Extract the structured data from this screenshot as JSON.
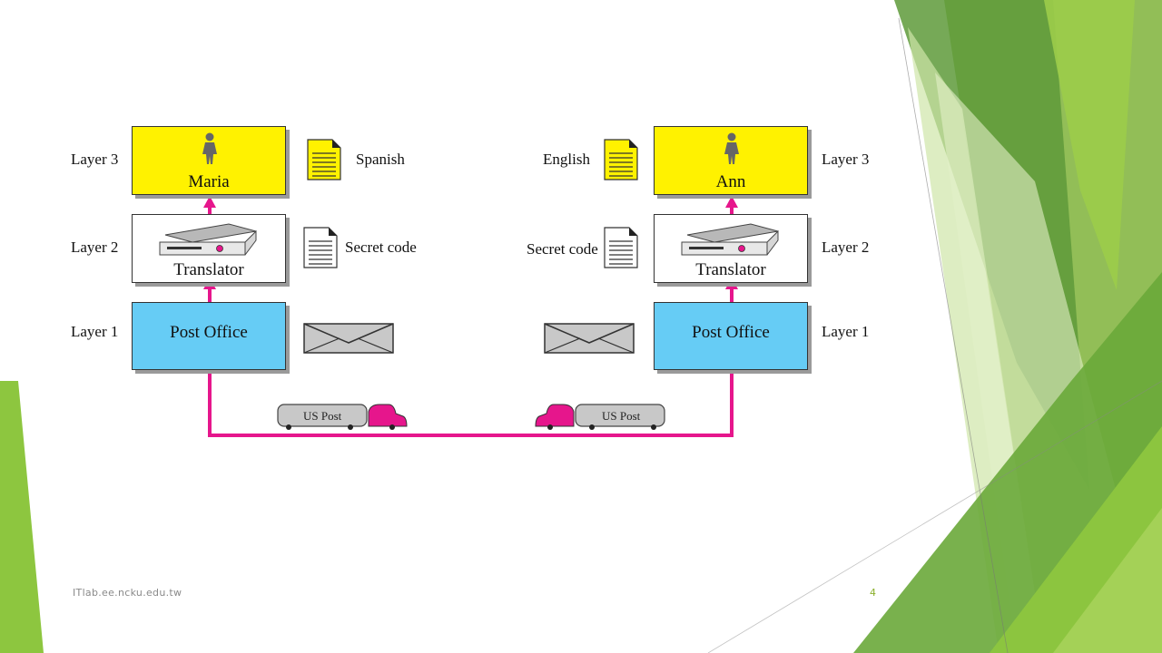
{
  "diagram": {
    "layer_labels_left": [
      "Layer 3",
      "Layer 2",
      "Layer 1"
    ],
    "layer_labels_right": [
      "Layer 3",
      "Layer 2",
      "Layer 1"
    ],
    "sender": {
      "name": "Maria",
      "language": "Spanish",
      "translator": "Translator",
      "post_office": "Post Office"
    },
    "receiver": {
      "name": "Ann",
      "language": "English",
      "translator": "Translator",
      "post_office": "Post Office"
    },
    "secret_code_left": "Secret code",
    "secret_code_right": "Secret code",
    "truck_left": "US Post",
    "truck_right": "US Post",
    "colors": {
      "path": "#e6168c",
      "layer3": "#fff200",
      "layer1": "#66ccf5",
      "accent_green": "#8dc63f"
    }
  },
  "footer": {
    "url": "ITlab.ee.ncku.edu.tw",
    "page": "4"
  }
}
